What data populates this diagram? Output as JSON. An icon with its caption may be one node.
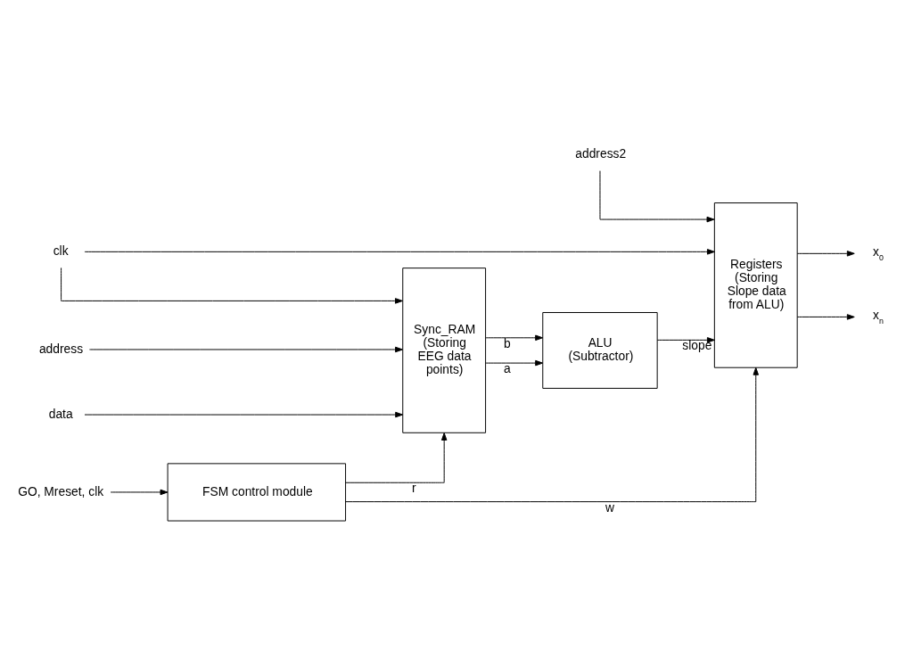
{
  "diagram": {
    "nodes": [
      {
        "text": [
          "FSM control module"
        ]
      },
      {
        "text": [
          "Sync_RAM (Storing EEG data points)"
        ]
      },
      {
        "text": [
          "ALU (Subtractor)"
        ]
      },
      {
        "text": [
          "Registers (Storing Slope data from ALU)"
        ]
      },
      {
        "text": [
          "GO, Mreset, clk"
        ]
      },
      {
        "text": [
          "address"
        ]
      },
      {
        "text": [
          "data"
        ]
      },
      {
        "text": [
          "address2"
        ]
      },
      {
        "text": [
          "clk"
        ]
      },
      {
        "text": [
          "x$_{0}$"
        ]
      },
      {
        "text": [
          "x$_{n}$"
        ]
      }
    ],
    "edges": [
      {
        "from": 4,
        "to": 0,
        "arrow": "to"
      },
      {
        "from": 0,
        "to": 1,
        "arrow": "to",
        "label": "r"
      },
      {
        "from": 0,
        "to": 3,
        "arrow": "to",
        "label": "w"
      },
      {
        "from": 5,
        "to": 1,
        "arrow": "to"
      },
      {
        "from": 6,
        "to": 1,
        "arrow": "to"
      },
      {
        "from": 1,
        "to": 2,
        "arrow": "to",
        "label": "a"
      },
      {
        "from": 1,
        "to": 2,
        "arrow": "to",
        "label": "b"
      },
      {
        "from": 2,
        "to": 3,
        "arrow": "to",
        "label": "slope"
      },
      {
        "from": 7,
        "to": 3,
        "arrow": "to"
      },
      {
        "from": 8,
        "to": 1,
        "arrow": "to"
      },
      {
        "from": 8,
        "to": 3,
        "arrow": "to"
      },
      {
        "from": 3,
        "to": 9,
        "arrow": "to"
      },
      {
        "from": 3,
        "to": 10,
        "arrow": "to"
      }
    ]
  }
}
